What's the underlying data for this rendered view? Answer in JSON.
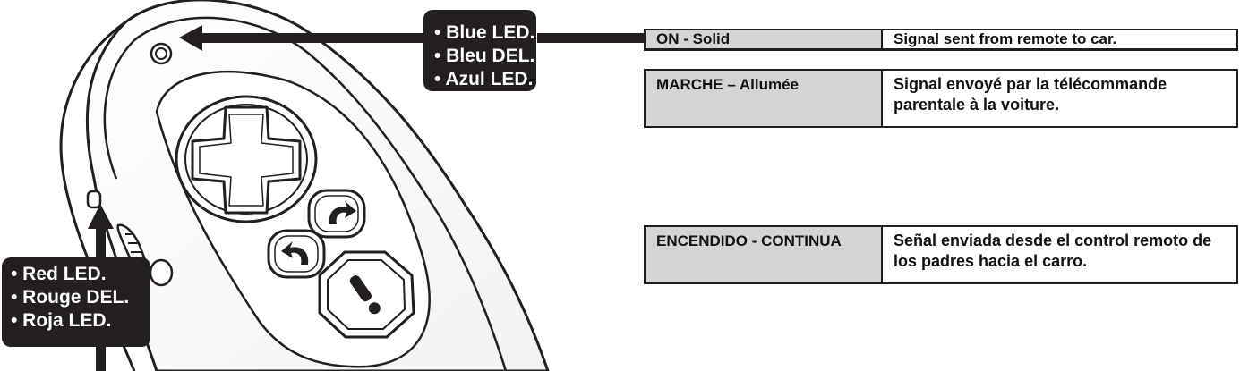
{
  "callouts": {
    "blue_led": {
      "line_en": "• Blue LED.",
      "line_fr": "• Bleu DEL.",
      "line_es": "• Azul LED."
    },
    "red_led": {
      "line_en": "• Red LED.",
      "line_fr": "• Rouge DEL.",
      "line_es": "• Roja LED."
    }
  },
  "tables": {
    "english": {
      "state": "ON - Solid",
      "description": "Signal sent from remote to car."
    },
    "french": {
      "state": "MARCHE – Allumée",
      "description": "Signal envoyé par la télécommande parentale à la voiture."
    },
    "spanish": {
      "state": "ENCENDIDO - CONTINUA",
      "description": "Señal enviada desde el control remoto de los padres hacia el carro."
    }
  },
  "colors": {
    "outline": "#231f20",
    "callout_background": "#231f20",
    "callout_text": "#ffffff",
    "state_cell_fill": "#d4d4d4"
  },
  "icons": [
    "dpad-icon",
    "redo-arrow-icon",
    "undo-arrow-icon",
    "exclamation-icon"
  ]
}
